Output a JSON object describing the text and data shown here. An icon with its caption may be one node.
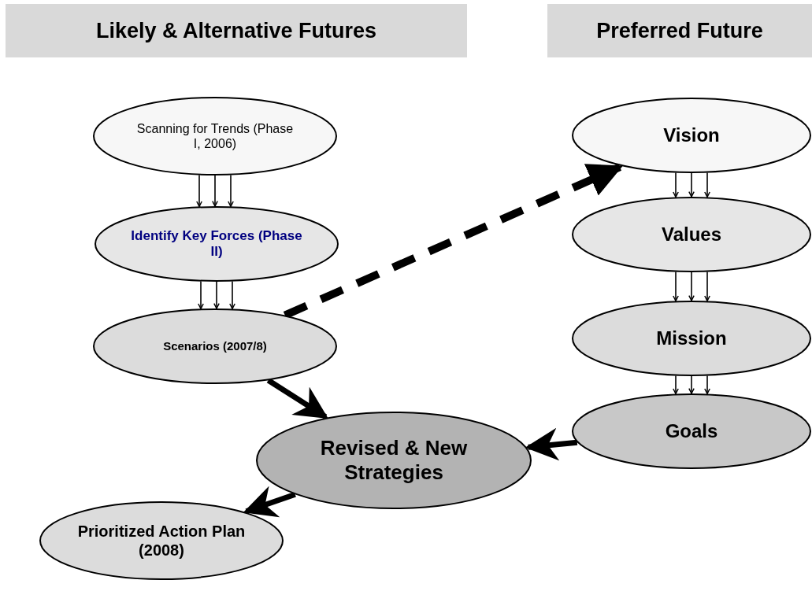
{
  "diagram": {
    "nodes": [
      {
        "text": [
          "Likely & Alternative Futures"
        ]
      },
      {
        "text": [
          "Preferred Future"
        ]
      },
      {
        "text": [
          "Scanning for Trends (Phase I, 2006)"
        ]
      },
      {
        "text": [
          "Identify Key Forces (Phase II)"
        ]
      },
      {
        "text": [
          "Scenarios (2007/8)"
        ]
      },
      {
        "text": [
          "Vision"
        ]
      },
      {
        "text": [
          "Values"
        ]
      },
      {
        "text": [
          "Mission"
        ]
      },
      {
        "text": [
          "Goals"
        ]
      },
      {
        "text": [
          "Revised & New Strategies"
        ]
      },
      {
        "text": [
          "Prioritized Action Plan (2008)"
        ]
      }
    ],
    "edges": [
      {
        "from": 2,
        "to": 3,
        "arrow": "to"
      },
      {
        "from": 2,
        "to": 3,
        "arrow": "to"
      },
      {
        "from": 2,
        "to": 3,
        "arrow": "to"
      },
      {
        "from": 3,
        "to": 4,
        "arrow": "to"
      },
      {
        "from": 3,
        "to": 4,
        "arrow": "to"
      },
      {
        "from": 3,
        "to": 4,
        "arrow": "to"
      },
      {
        "from": 5,
        "to": 6,
        "arrow": "to"
      },
      {
        "from": 5,
        "to": 6,
        "arrow": "to"
      },
      {
        "from": 5,
        "to": 6,
        "arrow": "to"
      },
      {
        "from": 6,
        "to": 7,
        "arrow": "to"
      },
      {
        "from": 6,
        "to": 7,
        "arrow": "to"
      },
      {
        "from": 6,
        "to": 7,
        "arrow": "to"
      },
      {
        "from": 7,
        "to": 8,
        "arrow": "to"
      },
      {
        "from": 7,
        "to": 8,
        "arrow": "to"
      },
      {
        "from": 7,
        "to": 8,
        "arrow": "to"
      },
      {
        "from": 4,
        "to": 5,
        "arrow": "to",
        "style": "dashed"
      },
      {
        "from": 4,
        "to": 9,
        "arrow": "to",
        "style": "thick"
      },
      {
        "from": 8,
        "to": 9,
        "arrow": "to",
        "style": "thick"
      },
      {
        "from": 9,
        "to": 10,
        "arrow": "to",
        "style": "thick"
      }
    ]
  }
}
